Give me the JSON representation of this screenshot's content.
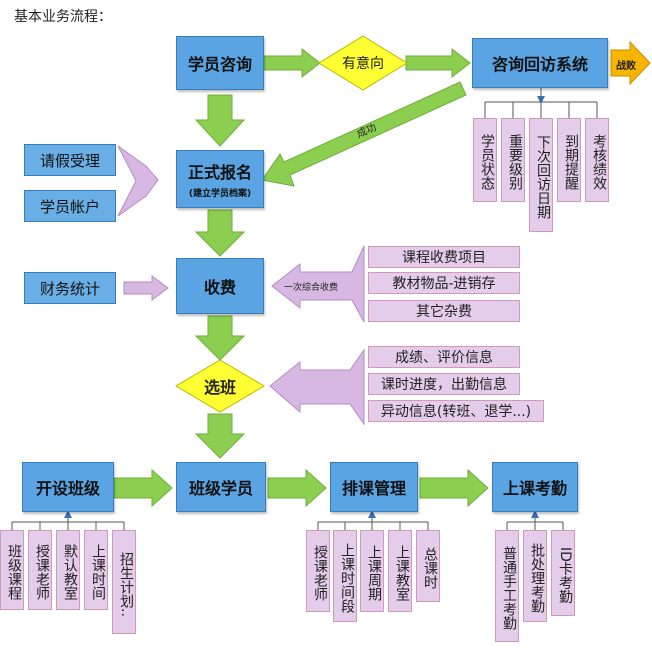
{
  "page_title": "基本业务流程：",
  "main_boxes": {
    "consult": "学员咨询",
    "followup": "咨询回访系统",
    "enroll": "正式报名",
    "enroll_sub": "(建立学员档案)",
    "fee": "收费",
    "class_setup": "开设班级",
    "class_students": "班级学员",
    "schedule": "排课管理",
    "attendance": "上课考勤"
  },
  "decisions": {
    "intent": "有意向",
    "select_class": "选班"
  },
  "outcomes": {
    "fail": "战败",
    "success": "成功",
    "one_time_fee": "一次综合收费"
  },
  "left_boxes": {
    "leave": "请假受理",
    "account": "学员帐户",
    "finance": "财务统计"
  },
  "followup_items": [
    "学员状态",
    "重要级别",
    "下次回访日期",
    "到期提醒",
    "考核绩效"
  ],
  "fee_items": [
    "课程收费项目",
    "教材物品-进销存",
    "其它杂费"
  ],
  "select_items": [
    "成绩、评价信息",
    "课时进度，出勤信息",
    "异动信息(转班、退学...)"
  ],
  "class_setup_items": [
    "班级课程",
    "授课老师",
    "默认教室",
    "上课时间",
    "招生计划.."
  ],
  "schedule_items": [
    "授课老师",
    "上课时间段",
    "上课周期",
    "上课教室",
    "总课时"
  ],
  "attendance_items": [
    "普通手工考勤",
    "批处理考勤",
    "ID卡考勤"
  ],
  "colors": {
    "main_box": "#5aa4e3",
    "main_border": "#3a7cbf",
    "arrow_green": "#8ccf50",
    "decision_yellow": "#ffff33",
    "pink_box": "#e4cdea",
    "fail_orange": "#f7b500"
  }
}
